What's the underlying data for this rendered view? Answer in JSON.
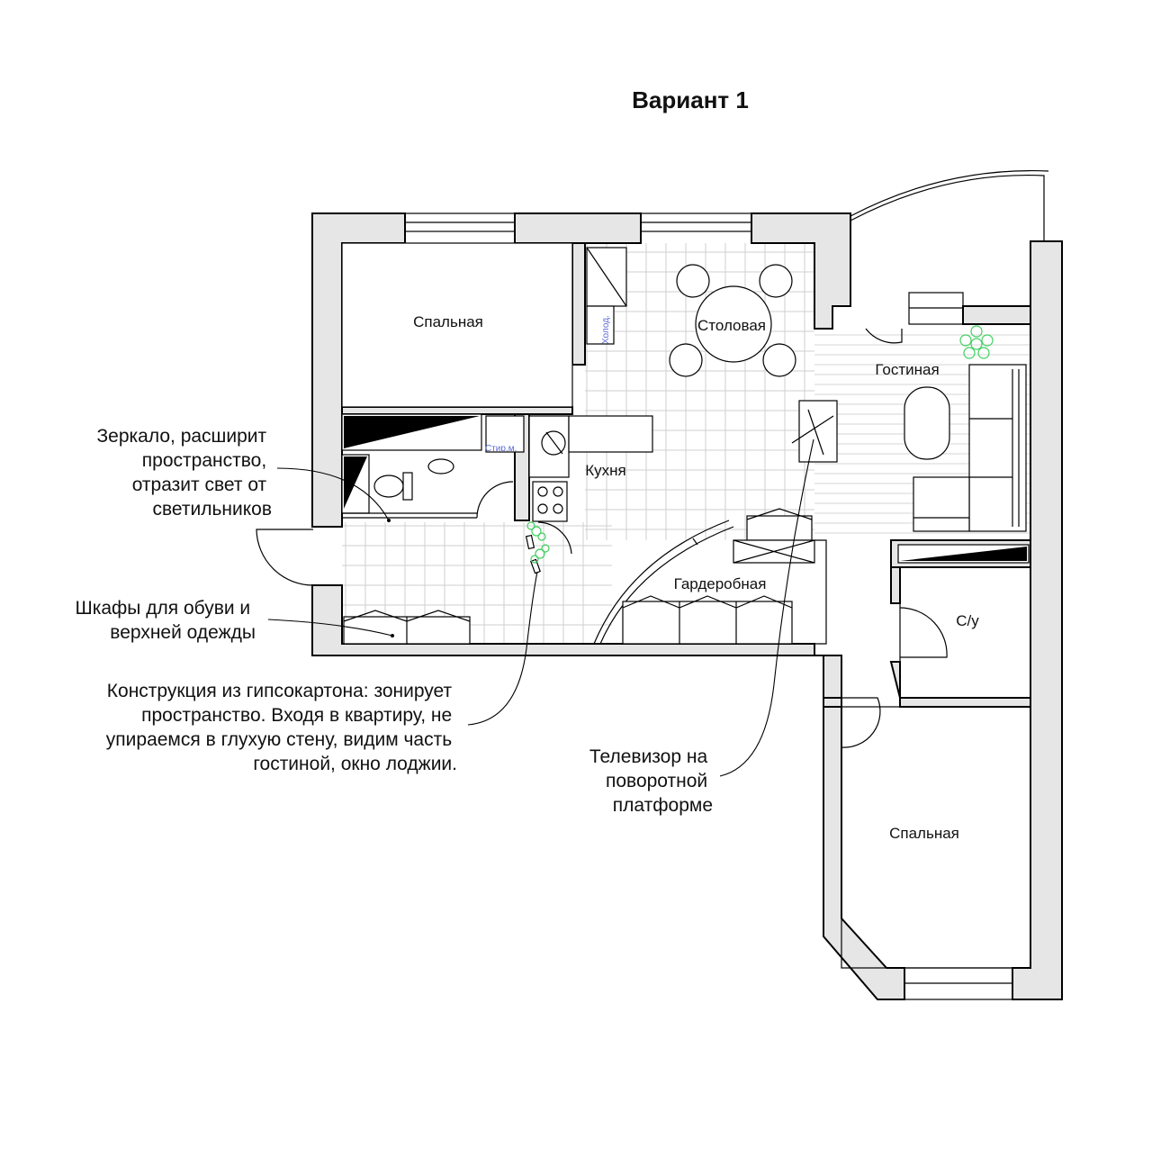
{
  "title": "Вариант 1",
  "rooms": {
    "bedroom_top": "Спальная",
    "dining": "Столовая",
    "living": "Гостиная",
    "kitchen": "Кухня",
    "wardrobe": "Гардеробная",
    "wc": "С/у",
    "bedroom_bottom": "Спальная"
  },
  "appliances": {
    "fridge": "Холод.",
    "washer": "Стир.м."
  },
  "notes": {
    "mirror": [
      "Зеркало, расширит",
      "пространство,",
      "отразит свет от",
      "светильников"
    ],
    "shoes": [
      "Шкафы для обуви и",
      "верхней одежды"
    ],
    "drywall": [
      "Конструкция из гипсокартона: зонирует",
      "пространство. Входя в квартиру, не",
      "упираемся в глухую стену, видим часть",
      "гостиной, окно лоджии."
    ],
    "tv": [
      "Телевизор на",
      "поворотной",
      "платформе"
    ]
  },
  "colors": {
    "wall_fill": "#e6e6e6",
    "plant": "#3fcf5f",
    "appliance_text": "#5a6ad6"
  }
}
